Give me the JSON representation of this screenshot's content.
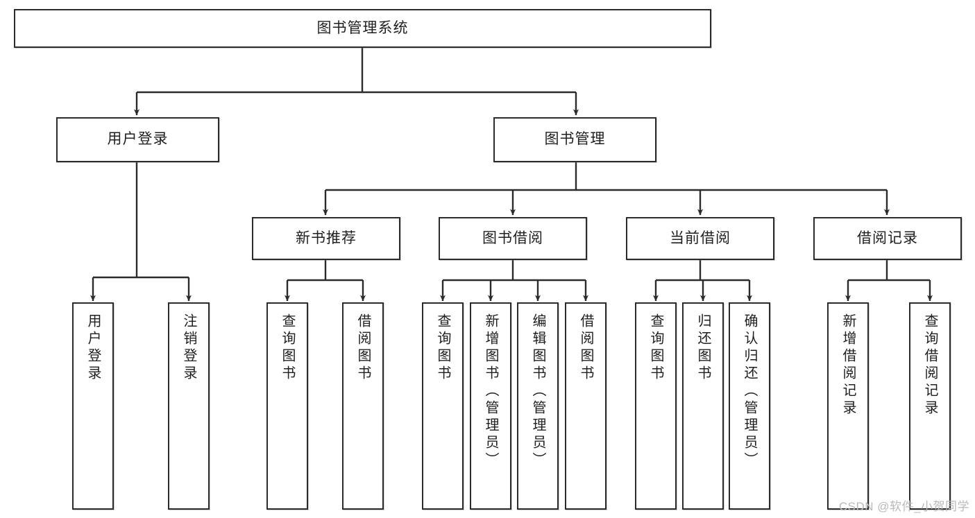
{
  "diagram": {
    "type": "tree-hierarchy-chart",
    "title_node": "图书管理系统",
    "watermark": "CSDN @软件_小贺同学",
    "colors": {
      "stroke": "#2b2b2b",
      "fill": "#ffffff",
      "text": "#1f1f1f",
      "watermark": "#b9b9b9"
    },
    "levels": [
      {
        "level": 1,
        "nodes": [
          {
            "id": "root",
            "label": "图书管理系统",
            "orientation": "horizontal"
          }
        ]
      },
      {
        "level": 2,
        "nodes": [
          {
            "id": "login",
            "label": "用户登录",
            "orientation": "horizontal",
            "parent": "root"
          },
          {
            "id": "bookmgmt",
            "label": "图书管理",
            "orientation": "horizontal",
            "parent": "root"
          }
        ]
      },
      {
        "level": 3,
        "nodes": [
          {
            "id": "newbook",
            "label": "新书推荐",
            "orientation": "horizontal",
            "parent": "bookmgmt"
          },
          {
            "id": "borrow",
            "label": "图书借阅",
            "orientation": "horizontal",
            "parent": "bookmgmt"
          },
          {
            "id": "current",
            "label": "当前借阅",
            "orientation": "horizontal",
            "parent": "bookmgmt"
          },
          {
            "id": "records",
            "label": "借阅记录",
            "orientation": "horizontal",
            "parent": "bookmgmt"
          }
        ]
      },
      {
        "level": 4,
        "nodes": [
          {
            "id": "leaf1",
            "label": "用户登录",
            "orientation": "vertical",
            "parent": "login"
          },
          {
            "id": "leaf2",
            "label": "注销登录",
            "orientation": "vertical",
            "parent": "login"
          },
          {
            "id": "leaf3",
            "label": "查询图书",
            "orientation": "vertical",
            "parent": "newbook"
          },
          {
            "id": "leaf4",
            "label": "借阅图书",
            "orientation": "vertical",
            "parent": "newbook"
          },
          {
            "id": "leaf5",
            "label": "查询图书",
            "orientation": "vertical",
            "parent": "borrow"
          },
          {
            "id": "leaf6",
            "label": "新增图书（管理员）",
            "orientation": "vertical",
            "parent": "borrow"
          },
          {
            "id": "leaf7",
            "label": "编辑图书（管理员）",
            "orientation": "vertical",
            "parent": "borrow"
          },
          {
            "id": "leaf8",
            "label": "借阅图书",
            "orientation": "vertical",
            "parent": "borrow"
          },
          {
            "id": "leaf9",
            "label": "查询图书",
            "orientation": "vertical",
            "parent": "current"
          },
          {
            "id": "leaf10",
            "label": "归还图书",
            "orientation": "vertical",
            "parent": "current"
          },
          {
            "id": "leaf11",
            "label": "确认归还（管理员）",
            "orientation": "vertical",
            "parent": "current"
          },
          {
            "id": "leaf12",
            "label": "新增借阅记录",
            "orientation": "vertical",
            "parent": "records"
          },
          {
            "id": "leaf13",
            "label": "查询借阅记录",
            "orientation": "vertical",
            "parent": "records"
          }
        ]
      }
    ]
  }
}
